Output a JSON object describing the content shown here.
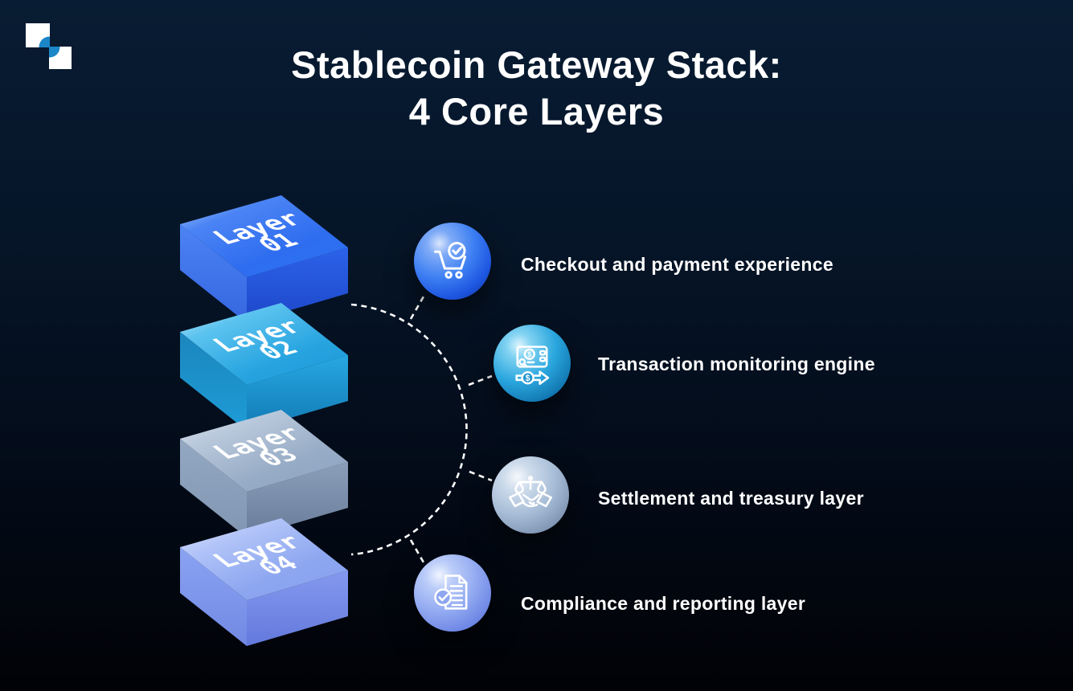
{
  "title": {
    "line1": "Stablecoin Gateway Stack:",
    "line2": "4 Core Layers"
  },
  "logo": {
    "name": "two-squares-quarter-circle-logo",
    "square_color": "#ffffff",
    "accent_color": "#1b86c8"
  },
  "stack": {
    "layers": [
      {
        "word": "Layer",
        "number": "01",
        "color_name": "blue",
        "color": "#2e6cf0"
      },
      {
        "word": "Layer",
        "number": "02",
        "color_name": "cyan",
        "color": "#27a4e0"
      },
      {
        "word": "Layer",
        "number": "03",
        "color_name": "steel-gray",
        "color": "#97acc6"
      },
      {
        "word": "Layer",
        "number": "04",
        "color_name": "periwinkle",
        "color": "#8ca6f0"
      }
    ]
  },
  "items": [
    {
      "icon": "cart-check-icon",
      "label": "Checkout and payment experience"
    },
    {
      "icon": "transaction-monitor-icon",
      "label": "Transaction monitoring engine"
    },
    {
      "icon": "scales-handshake-icon",
      "label": "Settlement and treasury layer"
    },
    {
      "icon": "document-check-icon",
      "label": "Compliance and reporting layer"
    }
  ],
  "connector": {
    "style": "dashed-arc-with-spurs",
    "color": "#ffffff"
  },
  "palette": {
    "background_top": "#081c33",
    "background_bottom": "#010206",
    "title_text": "#ffffff",
    "label_text": "#ffffff",
    "sphere_1": "#3c7ef2",
    "sphere_2": "#2aa6de",
    "sphere_3": "#a6bcd6",
    "sphere_4": "#90a8f0"
  }
}
